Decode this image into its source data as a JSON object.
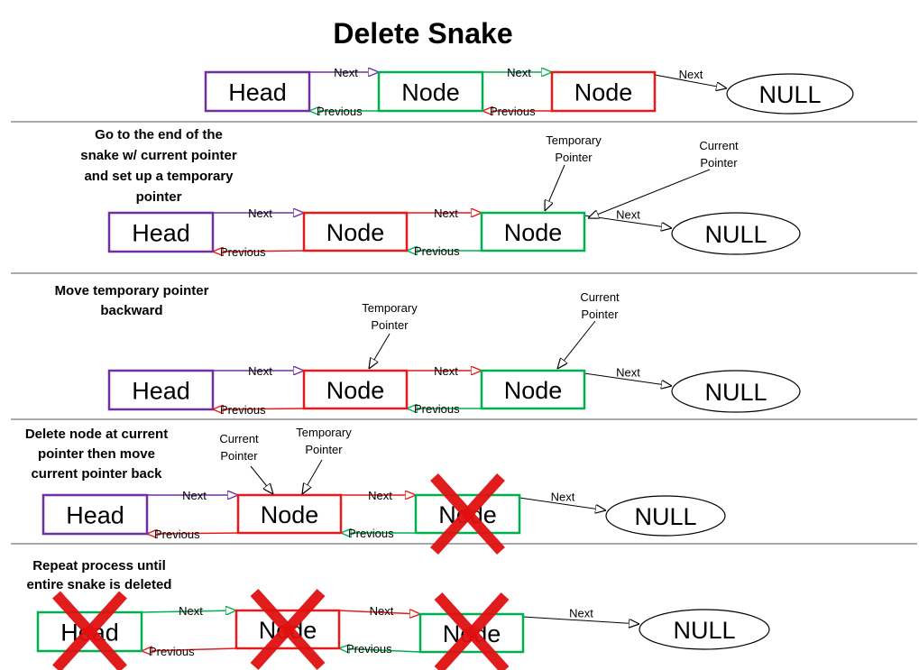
{
  "title": "Delete Snake",
  "colors": {
    "head": "#7030a0",
    "green": "#00b050",
    "red": "#e8191a",
    "cross": "#e01010",
    "divider": "#555555"
  },
  "labels": {
    "next": "Next",
    "previous": "Previous",
    "null": "NULL",
    "head": "Head",
    "node": "Node",
    "temporary": "Temporary",
    "current": "Current",
    "pointer": "Pointer"
  },
  "rows": [
    {
      "step": [],
      "boxes": [
        {
          "kind": "head",
          "color": "head",
          "deleted": false
        },
        {
          "kind": "node",
          "color": "green",
          "deleted": false
        },
        {
          "kind": "node",
          "color": "red",
          "deleted": false
        }
      ],
      "pointers": []
    },
    {
      "step": [
        "Go to the end of the",
        "snake w/ current pointer",
        "and set up a temporary",
        "pointer"
      ],
      "boxes": [
        {
          "kind": "head",
          "color": "head",
          "deleted": false
        },
        {
          "kind": "node",
          "color": "red",
          "deleted": false
        },
        {
          "kind": "node",
          "color": "green",
          "deleted": false
        }
      ],
      "pointers": [
        {
          "name": "temporary",
          "target": 2
        },
        {
          "name": "current",
          "target": 2
        }
      ]
    },
    {
      "step": [
        "Move temporary pointer",
        "backward"
      ],
      "boxes": [
        {
          "kind": "head",
          "color": "head",
          "deleted": false
        },
        {
          "kind": "node",
          "color": "red",
          "deleted": false
        },
        {
          "kind": "node",
          "color": "green",
          "deleted": false
        }
      ],
      "pointers": [
        {
          "name": "temporary",
          "target": 1
        },
        {
          "name": "current",
          "target": 2
        }
      ]
    },
    {
      "step": [
        "Delete node at current",
        "pointer then move",
        "current pointer back"
      ],
      "boxes": [
        {
          "kind": "head",
          "color": "head",
          "deleted": false
        },
        {
          "kind": "node",
          "color": "red",
          "deleted": false
        },
        {
          "kind": "node",
          "color": "green",
          "deleted": true
        }
      ],
      "pointers": [
        {
          "name": "current",
          "target": 1
        },
        {
          "name": "temporary",
          "target": 1
        }
      ]
    },
    {
      "step": [
        "Repeat process until",
        "entire snake is deleted"
      ],
      "boxes": [
        {
          "kind": "head",
          "color": "green",
          "deleted": true
        },
        {
          "kind": "node",
          "color": "red",
          "deleted": true
        },
        {
          "kind": "node",
          "color": "green",
          "deleted": true
        }
      ],
      "pointers": []
    }
  ]
}
